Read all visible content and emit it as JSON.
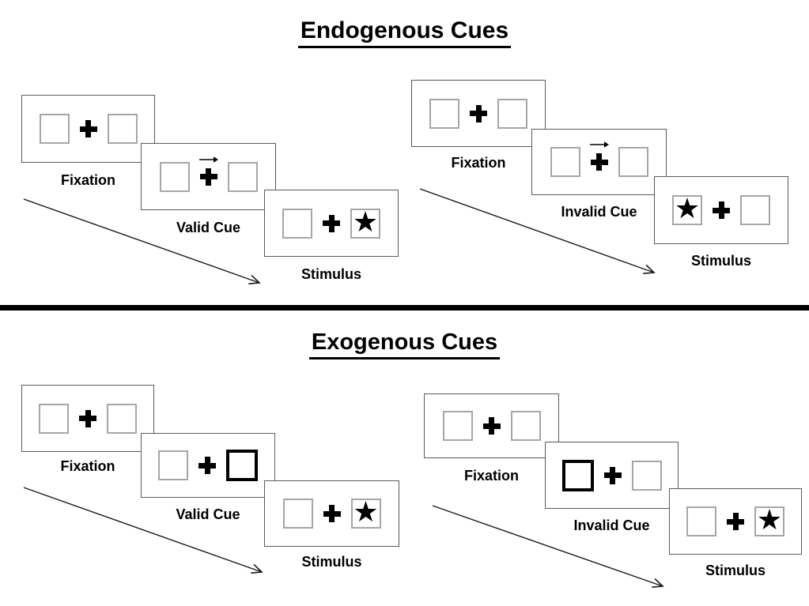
{
  "sections": {
    "endogenous": {
      "title": "Endogenous Cues",
      "valid": {
        "fixation_label": "Fixation",
        "cue_label": "Valid Cue",
        "stimulus_label": "Stimulus",
        "cue_type": "central arrow above fixation cross pointing right",
        "target_side": "right"
      },
      "invalid": {
        "fixation_label": "Fixation",
        "cue_label": "Invalid Cue",
        "stimulus_label": "Stimulus",
        "cue_type": "central arrow above fixation cross pointing right",
        "target_side": "left"
      }
    },
    "exogenous": {
      "title": "Exogenous Cues",
      "valid": {
        "fixation_label": "Fixation",
        "cue_label": "Valid Cue",
        "stimulus_label": "Stimulus",
        "cue_type": "peripheral bold box on right",
        "target_side": "right"
      },
      "invalid": {
        "fixation_label": "Fixation",
        "cue_label": "Invalid Cue",
        "stimulus_label": "Stimulus",
        "cue_type": "peripheral bold box on left",
        "target_side": "right"
      }
    }
  },
  "icons": {
    "star": "★"
  },
  "colors": {
    "panel_border": "#5a5a5a",
    "square_border": "#a6a6a6",
    "cue_highlight": "#000000",
    "divider": "#000000",
    "text": "#000000"
  }
}
